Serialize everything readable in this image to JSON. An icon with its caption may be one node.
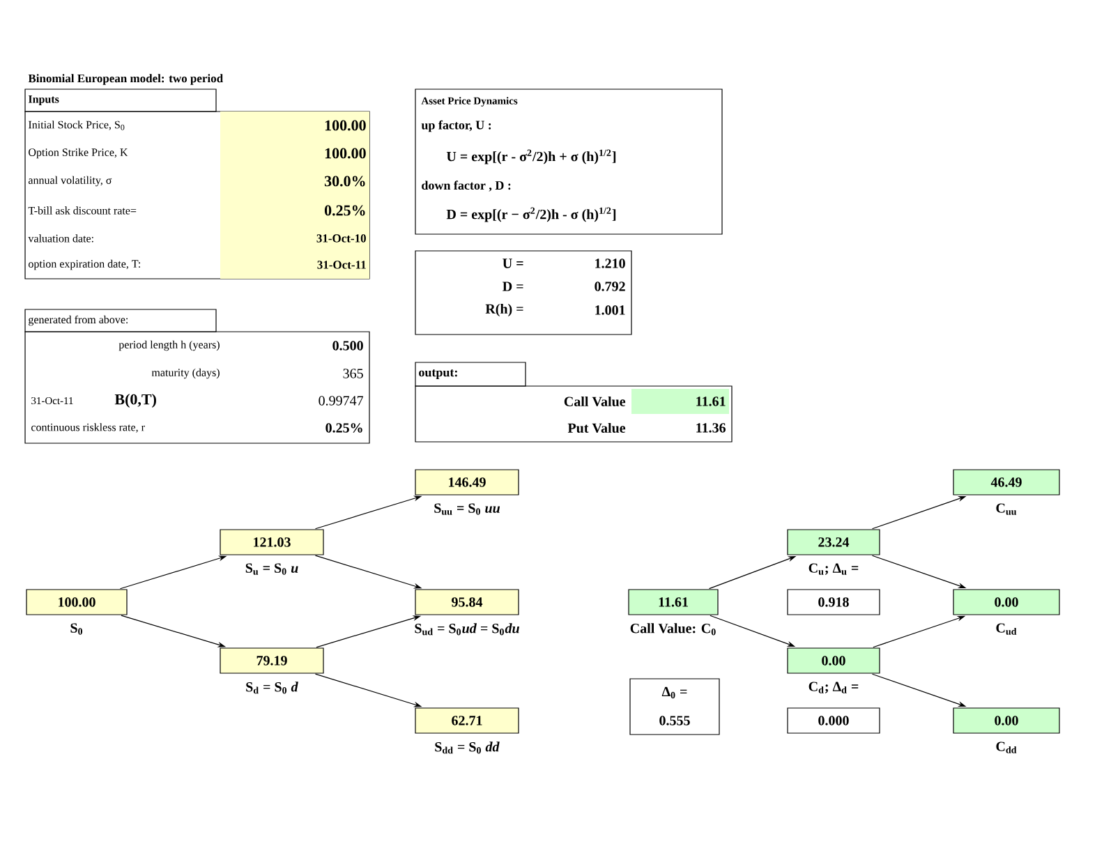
{
  "diagram": {
    "title": "Binomial European model:  two period",
    "nodes": [
      {
        "text": [
          "100.00"
        ],
        "beside": [
          "S$_{0}$"
        ]
      },
      {
        "text": [
          "121.03"
        ],
        "beside": [
          "S$_{u}$ = S$_{0}$ *u*"
        ]
      },
      {
        "text": [
          "79.19"
        ],
        "beside": [
          "S$_{d}$ = S$_{0}$ *d*"
        ]
      },
      {
        "text": [
          "146.49"
        ],
        "beside": [
          "S$_{uu}$ = S$_{0}$ *uu*"
        ]
      },
      {
        "text": [
          "95.84"
        ],
        "beside": [
          "S$_{ud}$ = S$_{0}$*ud* = S$_{0}$*du*"
        ]
      },
      {
        "text": [
          "62.71"
        ],
        "beside": [
          "S$_{dd}$ = S$_{0}$ *dd*"
        ]
      },
      {
        "text": [
          "11.61"
        ],
        "beside": [
          "Call Value:  C$_{0}$"
        ]
      },
      {
        "text": [
          "23.24"
        ],
        "beside": [
          "C$_{u}$;   Δ$_{u}$ ="
        ]
      },
      {
        "text": [
          "0.00"
        ],
        "beside": [
          "C$_{d}$;   Δ$_{d}$ ="
        ]
      },
      {
        "text": [
          "46.49"
        ],
        "beside": [
          "C$_{uu}$"
        ]
      },
      {
        "text": [
          "0.00"
        ],
        "beside": [
          "C$_{ud}$"
        ]
      },
      {
        "text": [
          "0.00"
        ],
        "beside": [
          "C$_{dd}$"
        ]
      },
      {
        "text": [
          "Δ$_{0}$ =",
          "0.555"
        ]
      },
      {
        "text": [
          "0.918"
        ]
      },
      {
        "text": [
          "0.000"
        ]
      }
    ],
    "edges": [
      {
        "from": 0,
        "to": 1,
        "arrow": "to"
      },
      {
        "from": 0,
        "to": 2,
        "arrow": "to"
      },
      {
        "from": 1,
        "to": 3,
        "arrow": "to"
      },
      {
        "from": 1,
        "to": 4,
        "arrow": "to"
      },
      {
        "from": 2,
        "to": 4,
        "arrow": "to"
      },
      {
        "from": 2,
        "to": 5,
        "arrow": "to"
      },
      {
        "from": 6,
        "to": 7,
        "arrow": "to"
      },
      {
        "from": 6,
        "to": 8,
        "arrow": "to"
      },
      {
        "from": 7,
        "to": 9,
        "arrow": "to"
      },
      {
        "from": 7,
        "to": 10,
        "arrow": "to"
      },
      {
        "from": 8,
        "to": 10,
        "arrow": "to"
      },
      {
        "from": 8,
        "to": 11,
        "arrow": "to"
      }
    ],
    "labels": [
      "Inputs",
      "Initial Stock Price, S$_{0}$",
      "100.00",
      "Option Strike Price, K",
      "100.00",
      "annual volatility, σ",
      "30.0%",
      "T-bill ask discount rate=",
      "0.25%",
      "valuation date:",
      "31-Oct-10",
      "option expiration date, T:",
      "31-Oct-11",
      "Asset Price Dynamics",
      "up factor, U :",
      "U = exp[(r - σ$^{2}$/2)h + σ (h)$^{1/2}$]",
      "down factor , D :",
      "D = exp[(r − σ$^{2}$/2)h - σ (h)$^{1/2}$]",
      "U =",
      "1.210",
      "D =",
      "0.792",
      "R(h) =",
      "1.001",
      "generated from above:",
      "period length h (years)",
      "0.500",
      "maturity (days)",
      "365",
      "31-Oct-11",
      "B(0,T)",
      "0.99747",
      "continuous riskless rate, r",
      "0.25%",
      "output:",
      "Call Value",
      "11.61",
      "Put Value",
      "11.36"
    ]
  }
}
